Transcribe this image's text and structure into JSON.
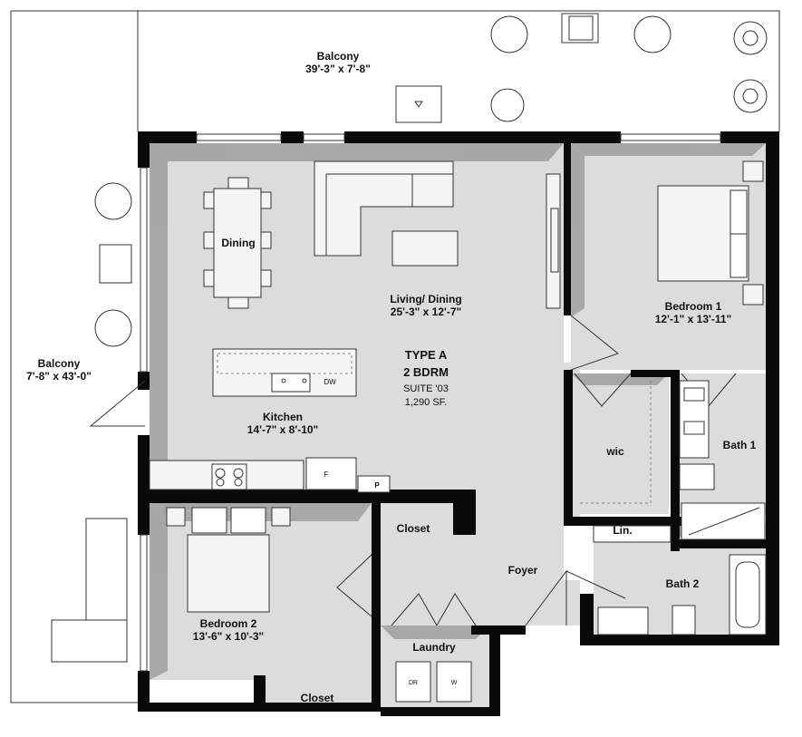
{
  "balcony_top": {
    "title": "Balcony",
    "dims": "39'-3\" x 7'-8\""
  },
  "balcony_left": {
    "title": "Balcony",
    "dims": "7'-8\" x 43'-0\""
  },
  "living": {
    "title": "Living/ Dining",
    "dims": "25'-3\" x 12'-7\""
  },
  "dining": {
    "title": "Dining"
  },
  "kitchen": {
    "title": "Kitchen",
    "dims": "14'-7\" x 8'-10\""
  },
  "bedroom1": {
    "title": "Bedroom 1",
    "dims": "12'-1\" x 13'-11\""
  },
  "bedroom2": {
    "title": "Bedroom 2",
    "dims": "13'-6\" x 10'-3\""
  },
  "wic": {
    "title": "wic"
  },
  "bath1": {
    "title": "Bath 1"
  },
  "bath2": {
    "title": "Bath 2"
  },
  "linen": {
    "title": "Lin."
  },
  "closet_top": {
    "title": "Closet"
  },
  "closet_bottom": {
    "title": "Closet"
  },
  "foyer": {
    "title": "Foyer"
  },
  "laundry": {
    "title": "Laundry",
    "dryer": "DR",
    "washer": "W"
  },
  "appliances": {
    "dishwasher": "DW",
    "fridge": "F",
    "pantry": "P"
  },
  "suite": {
    "type": "TYPE A",
    "beds": "2 BDRM",
    "suite": "SUITE '03",
    "area": "1,290 SF."
  }
}
